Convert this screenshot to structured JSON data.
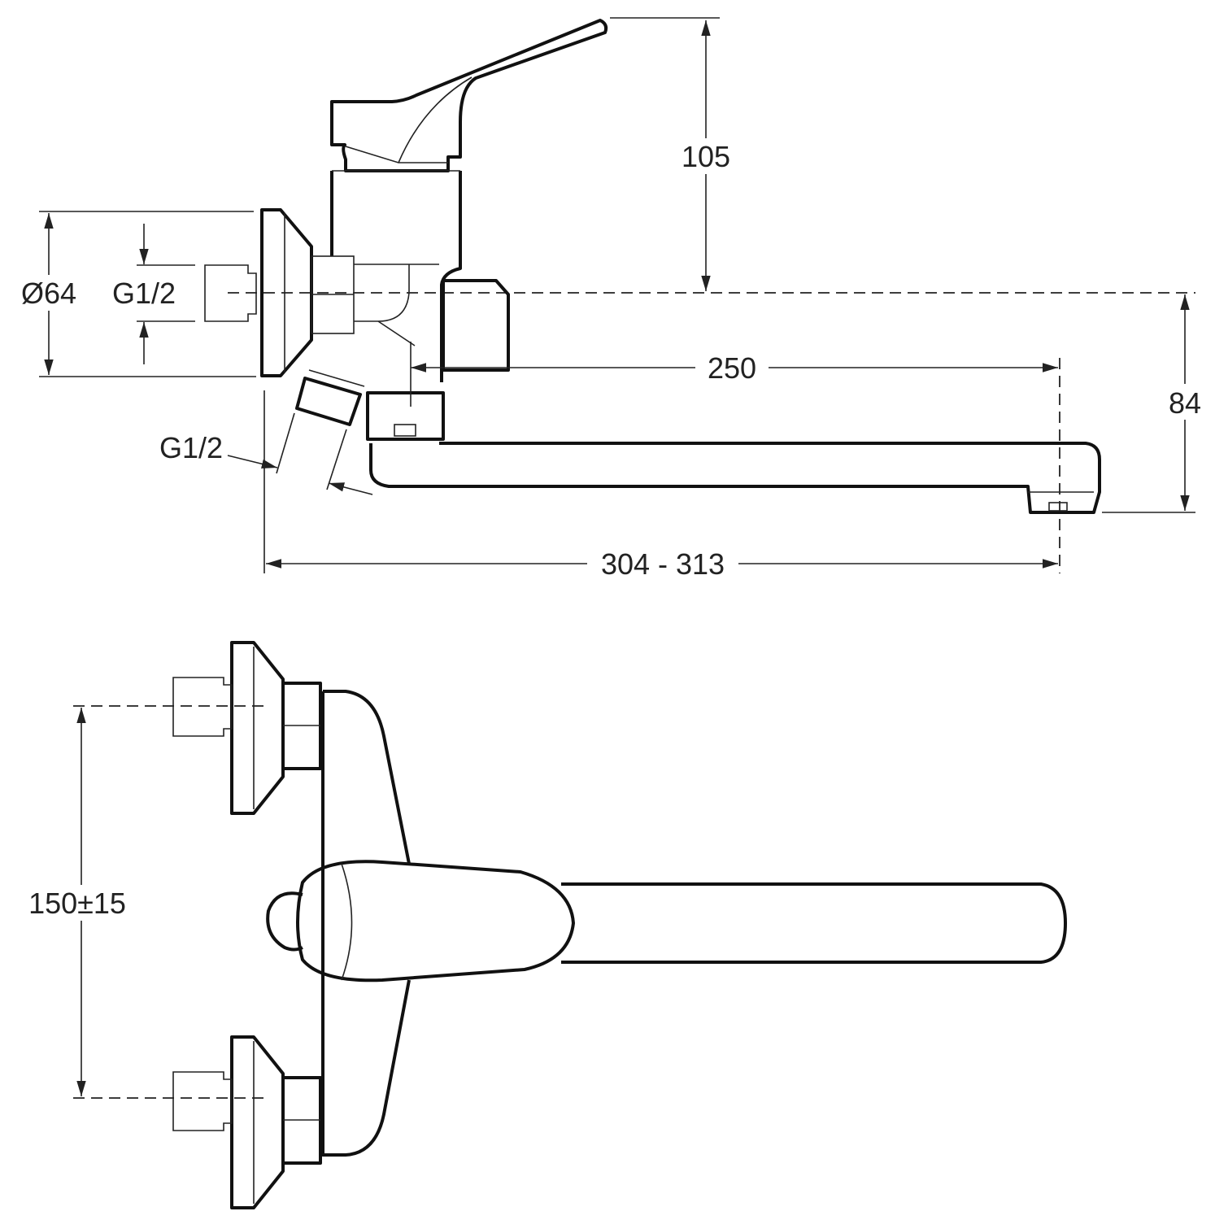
{
  "drawing": {
    "side_view": {
      "dimensions": {
        "handle_height": "105",
        "spout_drop": "84",
        "spout_reach": "250",
        "total_length": "304 - 313",
        "escutcheon_diameter": "Ø64",
        "inlet_thread": "G1/2",
        "outlet_thread": "G1/2"
      }
    },
    "top_view": {
      "dimensions": {
        "inlet_spacing": "150±15"
      }
    },
    "line_color": "#111111"
  }
}
